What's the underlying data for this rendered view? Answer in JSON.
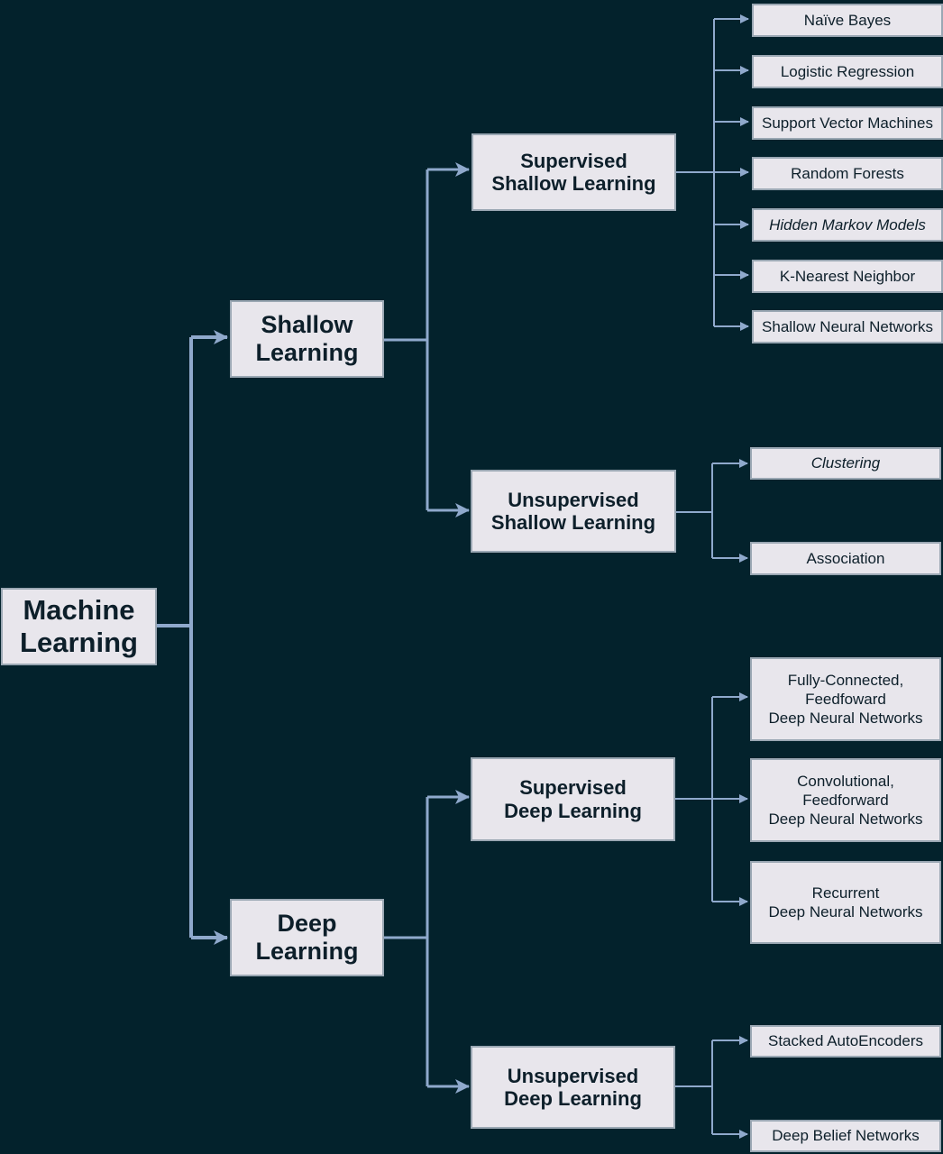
{
  "root": {
    "label": "Machine\nLearning"
  },
  "level1": {
    "shallow": "Shallow\nLearning",
    "deep": "Deep\nLearning"
  },
  "level2": {
    "supervised_shallow": "Supervised\nShallow Learning",
    "unsupervised_shallow": "Unsupervised\nShallow Learning",
    "supervised_deep": "Supervised\nDeep Learning",
    "unsupervised_deep": "Unsupervised\nDeep Learning"
  },
  "leaves": {
    "supervised_shallow": [
      "Naïve Bayes",
      "Logistic Regression",
      "Support Vector Machines",
      "Random Forests",
      "Hidden Markov Models",
      "K-Nearest Neighbor",
      "Shallow Neural Networks"
    ],
    "unsupervised_shallow": [
      "Clustering",
      "Association"
    ],
    "supervised_deep": [
      "Fully-Connected,\nFeedfoward\nDeep Neural Networks",
      "Convolutional,\nFeedforward\nDeep Neural Networks",
      "Recurrent\nDeep Neural Networks"
    ],
    "unsupervised_deep": [
      "Stacked AutoEncoders",
      "Deep Belief Networks"
    ]
  },
  "colors": {
    "background": "#03222c",
    "box_fill": "#e8e6ec",
    "connector": "#8fa9cc"
  }
}
